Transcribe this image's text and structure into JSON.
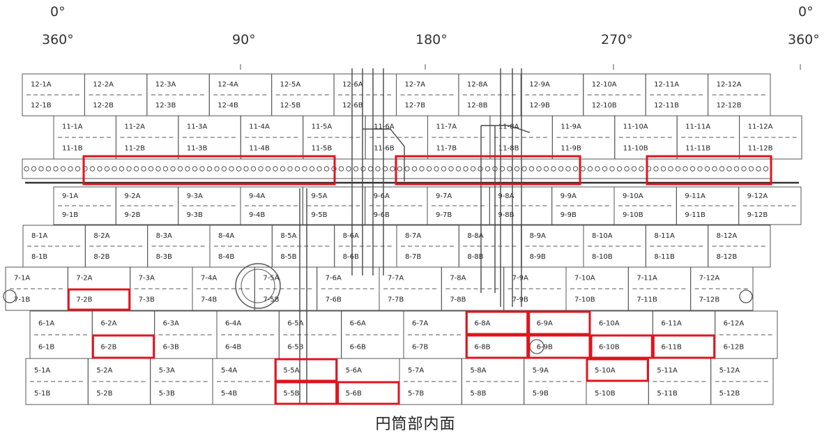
{
  "angles_top": [
    "0°",
    "0°"
  ],
  "angles_main": [
    "360°",
    "90°",
    "180°",
    "270°",
    "360°"
  ],
  "caption": "円筒部内面",
  "colors": {
    "line": "#555555",
    "highlight": "#e0141e",
    "text": "#222222"
  },
  "rows": [
    {
      "name": "row-12",
      "a": [
        "12-1A",
        "12-2A",
        "12-3A",
        "12-4A",
        "12-5A",
        "12-6A",
        "12-7A",
        "12-8A",
        "12-9A",
        "12-10A",
        "12-11A",
        "12-12A"
      ],
      "b": [
        "12-1B",
        "12-2B",
        "12-3B",
        "12-4B",
        "12-5B",
        "12-6B",
        "12-7B",
        "12-8B",
        "12-9B",
        "12-10B",
        "12-11B",
        "12-12B"
      ]
    },
    {
      "name": "row-11",
      "a": [
        "11-1A",
        "11-2A",
        "11-3A",
        "11-4A",
        "11-5A",
        "11-6A",
        "11-7A",
        "11-8A",
        "11-9A",
        "11-10A",
        "11-11A",
        "11-12A"
      ],
      "b": [
        "11-1B",
        "11-2B",
        "11-3B",
        "11-4B",
        "11-5B",
        "11-6B",
        "11-7B",
        "11-8B",
        "11-9B",
        "11-10B",
        "11-11B",
        "11-12B"
      ]
    },
    {
      "name": "row-9",
      "a": [
        "9-1A",
        "9-2A",
        "9-3A",
        "9-4A",
        "9-5A",
        "9-6A",
        "9-7A",
        "9-8A",
        "9-9A",
        "9-10A",
        "9-11A",
        "9-12A"
      ],
      "b": [
        "9-1B",
        "9-2B",
        "9-3B",
        "9-4B",
        "9-5B",
        "9-6B",
        "9-7B",
        "9-8B",
        "9-9B",
        "9-10B",
        "9-11B",
        "9-12B"
      ]
    },
    {
      "name": "row-8",
      "a": [
        "8-1A",
        "8-2A",
        "8-3A",
        "8-4A",
        "8-5A",
        "8-6A",
        "8-7A",
        "8-8A",
        "8-9A",
        "8-10A",
        "8-11A",
        "8-12A"
      ],
      "b": [
        "8-1B",
        "8-2B",
        "8-3B",
        "8-4B",
        "8-5B",
        "8-6B",
        "8-7B",
        "8-8B",
        "8-9B",
        "8-10B",
        "8-11B",
        "8-12B"
      ]
    },
    {
      "name": "row-7",
      "a": [
        "7-1A",
        "7-2A",
        "7-3A",
        "7-4A",
        "7-5A",
        "7-6A",
        "7-7A",
        "7-8A",
        "7-9A",
        "7-10A",
        "7-11A",
        "7-12A"
      ],
      "b": [
        "7-1B",
        "7-2B",
        "7-3B",
        "7-4B",
        "7-5B",
        "7-6B",
        "7-7B",
        "7-8B",
        "7-9B",
        "7-10B",
        "7-11B",
        "7-12B"
      ]
    },
    {
      "name": "row-6",
      "a": [
        "6-1A",
        "6-2A",
        "6-3A",
        "6-4A",
        "6-5A",
        "6-6A",
        "6-7A",
        "6-8A",
        "6-9A",
        "6-10A",
        "6-11A",
        "6-12A"
      ],
      "b": [
        "6-1B",
        "6-2B",
        "6-3B",
        "6-4B",
        "6-5B",
        "6-6B",
        "6-7B",
        "6-8B",
        "6-9B",
        "6-10B",
        "6-11B",
        "6-12B"
      ]
    },
    {
      "name": "row-5",
      "a": [
        "5-1A",
        "5-2A",
        "5-3A",
        "5-4A",
        "5-5A",
        "5-6A",
        "5-7A",
        "5-8A",
        "5-9A",
        "5-10A",
        "5-11A",
        "5-12A"
      ],
      "b": [
        "5-1B",
        "5-2B",
        "5-3B",
        "5-4B",
        "5-5B",
        "5-6B",
        "5-7B",
        "5-8B",
        "5-9B",
        "5-10B",
        "5-11B",
        "5-12B"
      ]
    }
  ],
  "highlighted_panels": [
    "7-2B",
    "6-2B",
    "5-5A",
    "5-5B",
    "5-6B",
    "6-8A",
    "6-8B",
    "6-9A",
    "6-9B",
    "6-10B",
    "6-11B",
    "5-10A"
  ],
  "highlighted_bands": [
    "nozzle-band-1",
    "nozzle-band-2",
    "nozzle-band-3"
  ]
}
